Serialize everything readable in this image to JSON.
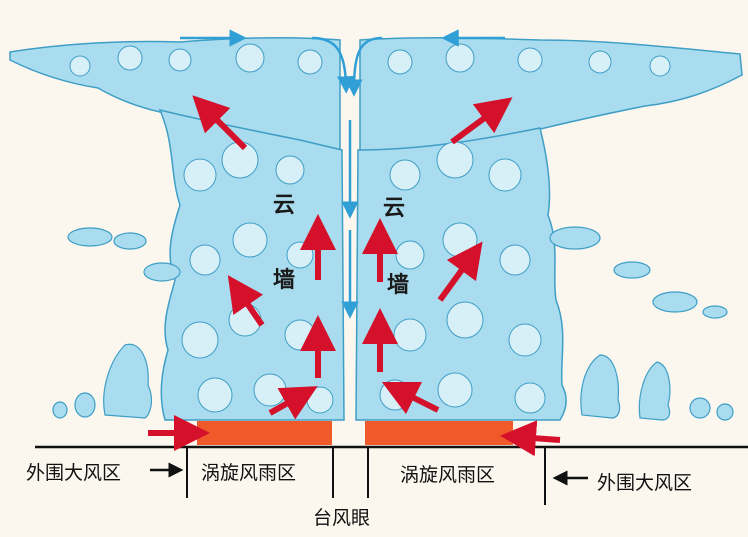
{
  "labels": {
    "outer_left": "外围大风区",
    "outer_right": "外围大风区",
    "rain_left": "涡旋风雨区",
    "rain_right": "涡旋风雨区",
    "eye": "台风眼",
    "wall_left_1": "云",
    "wall_left_2": "墙",
    "wall_right_1": "云",
    "wall_right_2": "墙"
  },
  "colors": {
    "background": "#fbf7ee",
    "cloud_fill": "#a9dcee",
    "cloud_light": "#d7f0f8",
    "cloud_line": "#3f9ec6",
    "red_arrow": "#d4102a",
    "blue_arrow": "#2f9fd6",
    "ground_bar": "#f05a2a",
    "ground_line": "#111111"
  },
  "icons": {
    "updraft_arrow": "red-arrow-icon",
    "downdraft_arrow": "blue-arrow-icon",
    "inflow_arrow": "black-arrow-icon"
  }
}
